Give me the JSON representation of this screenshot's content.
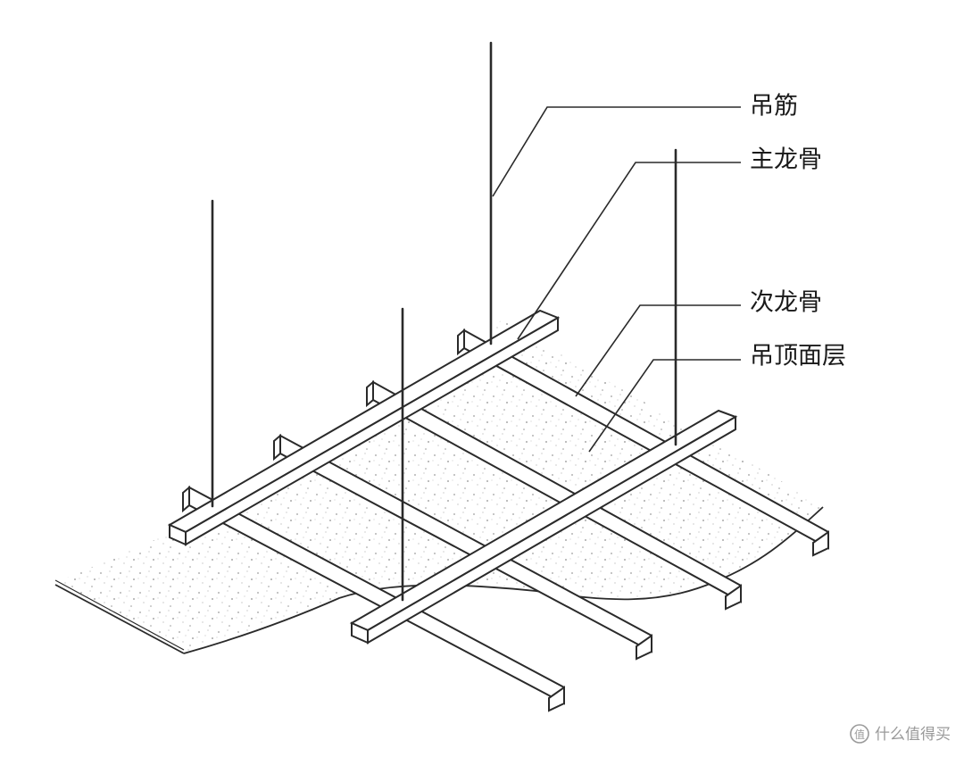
{
  "labels": {
    "hanger_rod": "吊筋",
    "main_keel": "主龙骨",
    "secondary_keel": "次龙骨",
    "ceiling_surface": "吊顶面层"
  },
  "watermark": {
    "text": "什么值得买",
    "icon": "smzdm-logo-icon"
  },
  "colors": {
    "line": "#2a2a2a",
    "board": "#f7f7f5",
    "speckle": "#9d9d9d"
  }
}
